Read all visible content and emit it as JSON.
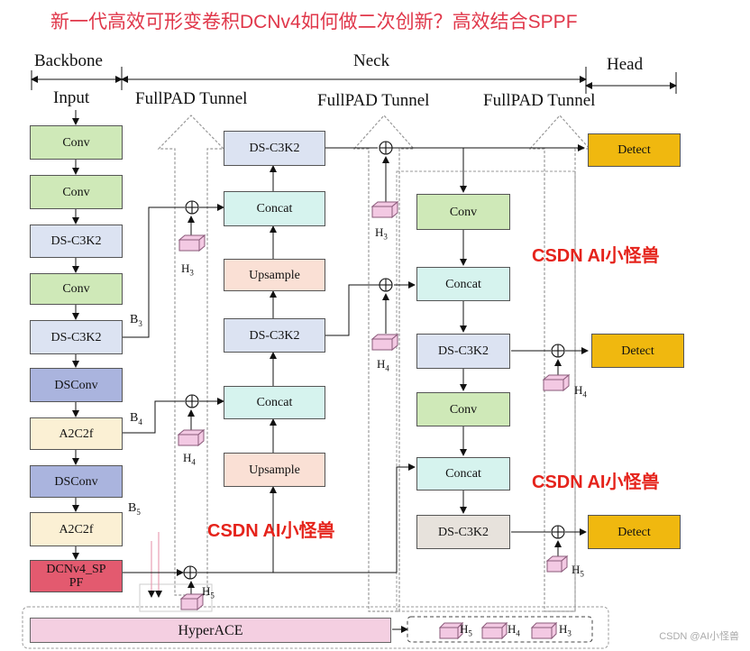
{
  "title": "新一代高效可形变卷积DCNv4如何做二次创新？高效结合SPPF",
  "sections": {
    "backbone": "Backbone",
    "neck": "Neck",
    "head": "Head"
  },
  "input_label": "Input",
  "tunnels": [
    "FullPAD Tunnel",
    "FullPAD Tunnel",
    "FullPAD Tunnel"
  ],
  "backbone_blocks": [
    "Conv",
    "Conv",
    "DS-C3K2",
    "Conv",
    "DS-C3K2",
    "DSConv",
    "A2C2f",
    "DSConv",
    "A2C2f",
    "DCNv4_SPPF"
  ],
  "mid_blocks": [
    "DS-C3K2",
    "Concat",
    "Upsample",
    "DS-C3K2",
    "Concat",
    "Upsample"
  ],
  "right_blocks": [
    "Conv",
    "Concat",
    "DS-C3K2",
    "Conv",
    "Concat",
    "DS-C3K2"
  ],
  "detect_label": "Detect",
  "b_labels": {
    "b3": "B",
    "b3_sub": "3",
    "b4": "B",
    "b4_sub": "4",
    "b5": "B",
    "b5_sub": "5"
  },
  "h_labels": {
    "h": "H",
    "h3": "3",
    "h4": "4",
    "h5": "5"
  },
  "hyperace": "HyperACE",
  "watermark": "CSDN AI小怪兽",
  "credit": "CSDN @AI小怪兽"
}
